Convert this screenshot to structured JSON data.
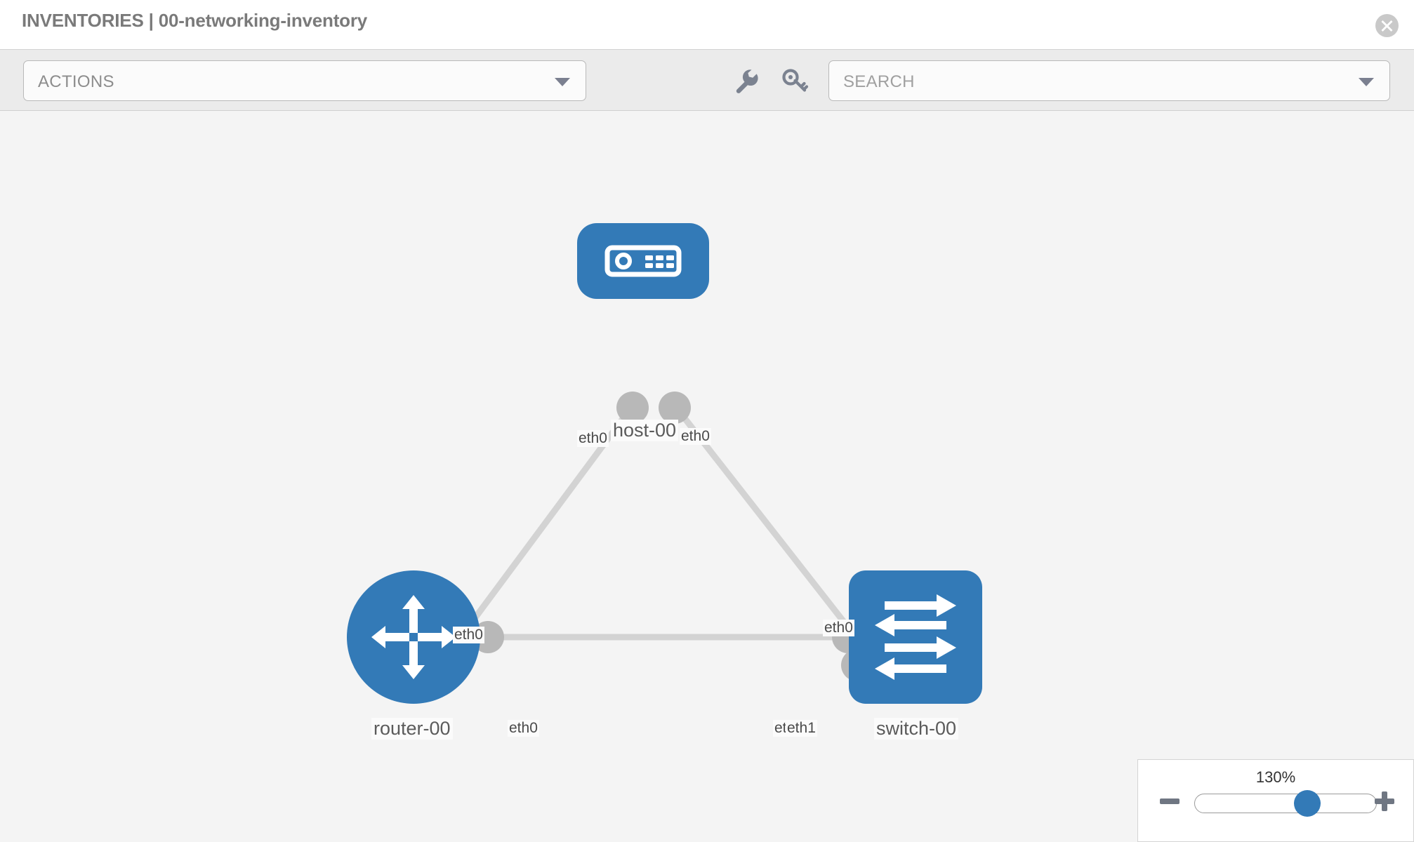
{
  "header": {
    "title": "INVENTORIES | 00-networking-inventory",
    "close_label": "close-icon"
  },
  "toolbar": {
    "actions_label": "ACTIONS",
    "search_placeholder": "SEARCH",
    "wrench_icon": "wrench-icon",
    "key_icon": "key-icon"
  },
  "topology": {
    "nodes": [
      {
        "id": "host",
        "label": "host-00",
        "type": "host",
        "icon": "server-icon"
      },
      {
        "id": "router",
        "label": "router-00",
        "type": "router",
        "icon": "router-arrows-icon"
      },
      {
        "id": "switch",
        "label": "switch-00",
        "type": "switch",
        "icon": "switch-arrows-icon"
      }
    ],
    "edge_labels": {
      "host_left": "eth0",
      "host_right": "eth0",
      "router_to_host": "eth0",
      "switch_to_host": "eth0",
      "router_to_switch": "eth0",
      "switch_to_router_a": "eth0",
      "switch_to_router_b": "eth1"
    }
  },
  "zoom_control": {
    "value": "130%",
    "percent": 62,
    "minus_label": "zoom-out",
    "plus_label": "zoom-in"
  },
  "colors": {
    "node_blue": "#337ab7",
    "link_gray": "#d3d3d3",
    "port_gray": "#b8b8b8",
    "canvas_bg": "#f4f4f4",
    "toolbar_bg": "#ebebeb"
  }
}
